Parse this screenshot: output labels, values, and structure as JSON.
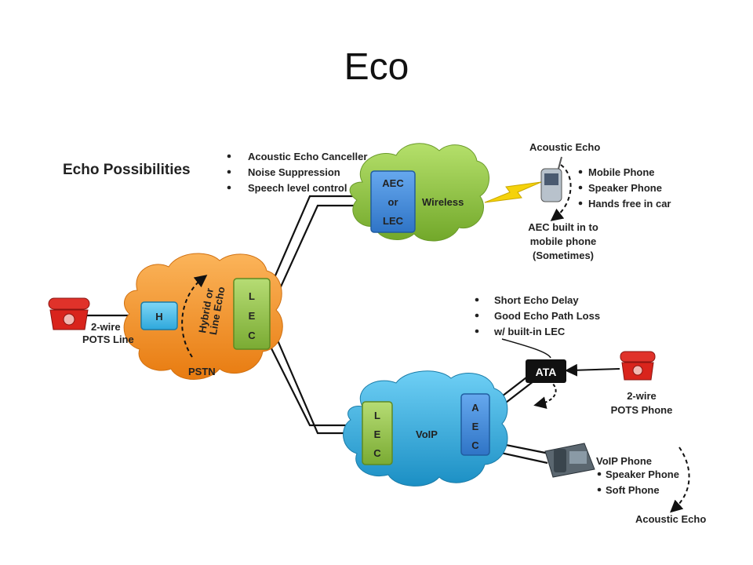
{
  "title": "Eco",
  "subtitle": "Echo Possibilities",
  "wireless_bullets": [
    "Acoustic Echo Canceller",
    "Noise Suppression",
    "Speech level control"
  ],
  "wireless": {
    "cloud": "Wireless",
    "box": [
      "AEC",
      "or",
      "LEC"
    ]
  },
  "pstn": {
    "cloud": "PSTN",
    "hybrid": "H",
    "lec": [
      "L",
      "E",
      "C"
    ],
    "echo_label": [
      "Hybrid or",
      "Line Echo"
    ]
  },
  "left_phone_label": [
    "2-wire",
    "POTS Line"
  ],
  "mobile": {
    "acoustic_echo": "Acoustic Echo",
    "bullets": [
      "Mobile Phone",
      "Speaker Phone",
      "Hands free in car"
    ],
    "aec_note": [
      "AEC built in to",
      "mobile phone",
      "(Sometimes)"
    ]
  },
  "voip": {
    "cloud": "VoIP",
    "lec": [
      "L",
      "E",
      "C"
    ],
    "aec": [
      "A",
      "E",
      "C"
    ],
    "bullets": [
      "Short Echo Delay",
      "Good Echo Path Loss",
      "w/ built-in LEC"
    ],
    "ata": "ATA",
    "pots_phone": [
      "2-wire",
      "POTS Phone"
    ],
    "voip_phone": "VoIP Phone",
    "voip_phone_bullets": [
      "Speaker Phone",
      "Soft Phone"
    ],
    "acoustic_echo": "Acoustic Echo"
  },
  "colors": {
    "wireless_cloud": "#8dc63f",
    "pstn_cloud": "#f7941d",
    "voip_cloud": "#29abe2",
    "aec_box": "#3a8fd9",
    "lec_box": "#8dc63f",
    "phone_red": "#d9241c"
  }
}
